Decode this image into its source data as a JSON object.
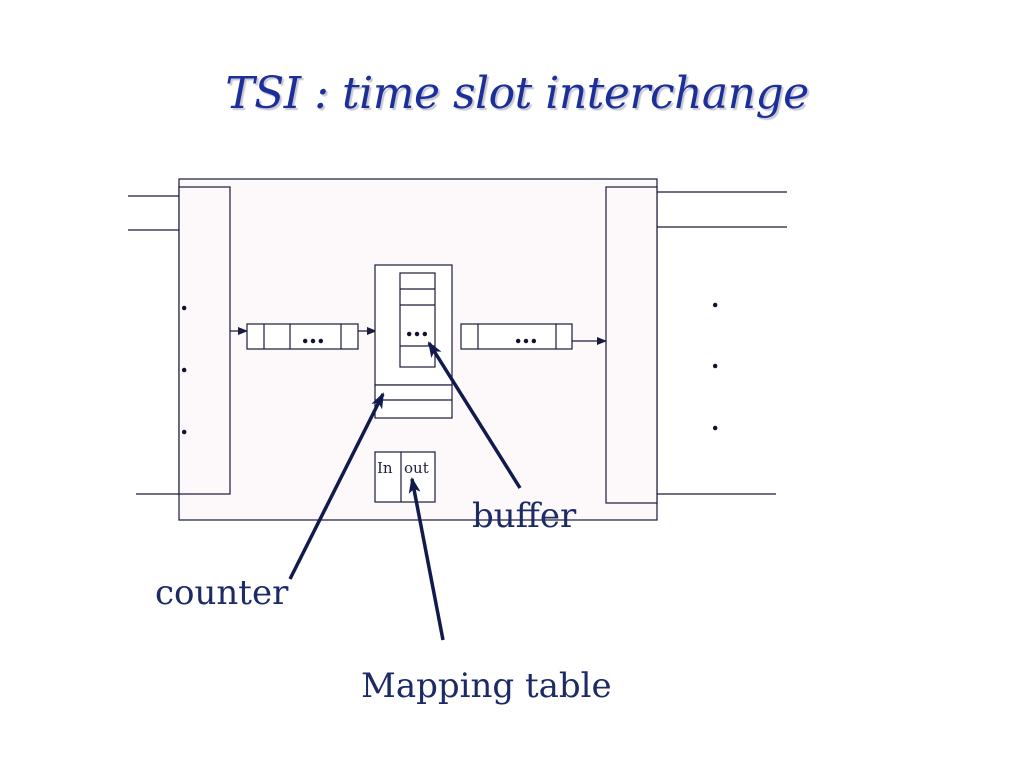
{
  "slide": {
    "title": "TSI : time slot interchange"
  },
  "diagram": {
    "callouts": {
      "buffer": "buffer",
      "counter": "counter",
      "mapping_table": "Mapping table"
    },
    "mapping_table_cells": {
      "in": "In",
      "out": "out"
    },
    "ellipsis": "…",
    "vertical_dot": "."
  },
  "colors": {
    "title": "#1c2f99",
    "frame_fill": "#fdf8fa",
    "stroke": "#1a1a3a",
    "arrow": "#111a4d",
    "label": "#1c2a66"
  }
}
